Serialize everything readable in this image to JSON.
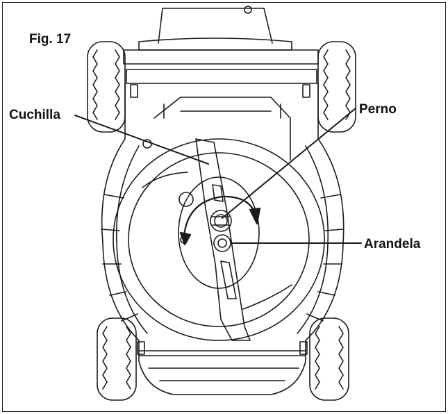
{
  "figure": {
    "title": "Fig. 17",
    "labels": {
      "blade": "Cuchilla",
      "bolt": "Perno",
      "washer": "Arandela"
    }
  },
  "colors": {
    "line": "#1a1a1a",
    "background": "#ffffff"
  }
}
